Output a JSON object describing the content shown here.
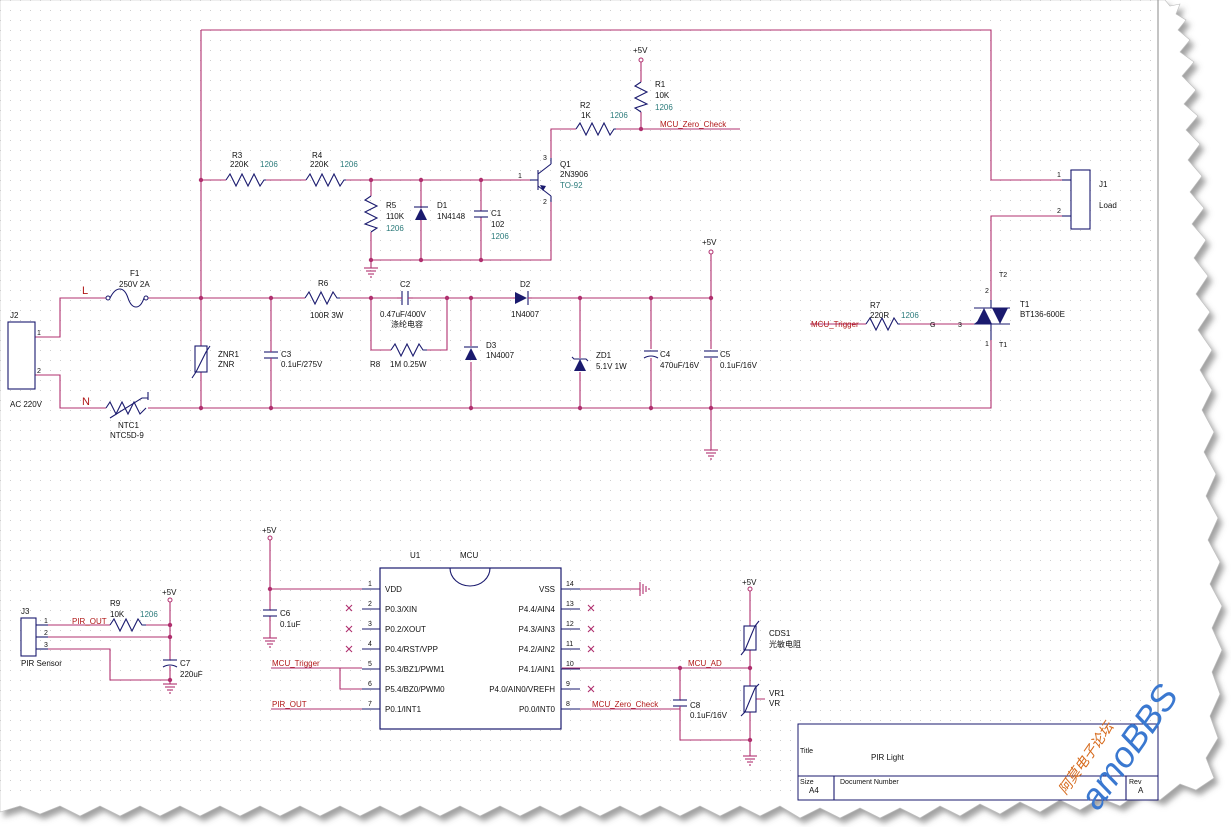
{
  "title_block": {
    "title_label": "Title",
    "title": "PIR Light",
    "size_label": "Size",
    "size": "A4",
    "docnum_label": "Document Number",
    "rev_label": "Rev",
    "rev": "A"
  },
  "watermark": {
    "text": "amoBBS",
    "cn": "阿莫电子论坛"
  },
  "nets": {
    "mcu_zero_check": "MCU_Zero_Check",
    "mcu_trigger": "MCU_Trigger",
    "pir_out": "PIR_OUT",
    "mcu_ad": "MCU_AD",
    "vcc": "+5V",
    "line": "L",
    "neutral": "N"
  },
  "parts": {
    "J1": {
      "ref": "J1",
      "val": "Load"
    },
    "J2": {
      "ref": "J2",
      "val": "AC 220V"
    },
    "J3": {
      "ref": "J3",
      "val": "PIR Sensor"
    },
    "F1": {
      "ref": "F1",
      "val": "250V 2A"
    },
    "NTC1": {
      "ref": "NTC1",
      "val": "NTC5D-9"
    },
    "ZNR1": {
      "ref": "ZNR1",
      "val": "ZNR"
    },
    "C3": {
      "ref": "C3",
      "val": "0.1uF/275V"
    },
    "R6": {
      "ref": "R6",
      "val": "100R 3W"
    },
    "C2": {
      "ref": "C2",
      "val": "0.47uF/400V",
      "note": "涤纶电容"
    },
    "R8": {
      "ref": "R8",
      "val": "1M 0.25W"
    },
    "D2": {
      "ref": "D2",
      "val": "1N4007"
    },
    "D3": {
      "ref": "D3",
      "val": "1N4007"
    },
    "ZD1": {
      "ref": "ZD1",
      "val": "5.1V 1W"
    },
    "C4": {
      "ref": "C4",
      "val": "470uF/16V"
    },
    "C5": {
      "ref": "C5",
      "val": "0.1uF/16V"
    },
    "R3": {
      "ref": "R3",
      "val": "220K",
      "pkg": "1206"
    },
    "R4": {
      "ref": "R4",
      "val": "220K",
      "pkg": "1206"
    },
    "R5": {
      "ref": "R5",
      "val": "110K",
      "pkg": "1206"
    },
    "D1": {
      "ref": "D1",
      "val": "1N4148"
    },
    "C1": {
      "ref": "C1",
      "val": "102",
      "pkg": "1206"
    },
    "Q1": {
      "ref": "Q1",
      "val": "2N3906",
      "pkg": "TO-92"
    },
    "R2": {
      "ref": "R2",
      "val": "1K",
      "pkg": "1206"
    },
    "R1": {
      "ref": "R1",
      "val": "10K",
      "pkg": "1206"
    },
    "R7": {
      "ref": "R7",
      "val": "220R",
      "pkg": "1206"
    },
    "T1": {
      "ref": "T1",
      "val": "BT136-600E",
      "t2": "T2",
      "t1": "T1"
    },
    "U1": {
      "ref": "U1",
      "val": "MCU"
    },
    "C6": {
      "ref": "C6",
      "val": "0.1uF"
    },
    "R9": {
      "ref": "R9",
      "val": "10K",
      "pkg": "1206"
    },
    "C7": {
      "ref": "C7",
      "val": "220uF"
    },
    "CDS1": {
      "ref": "CDS1",
      "val": "光敏电阻"
    },
    "VR1": {
      "ref": "VR1",
      "val": "VR"
    },
    "C8": {
      "ref": "C8",
      "val": "0.1uF/16V"
    }
  },
  "u1_left": [
    {
      "pin": "1",
      "name": "VDD"
    },
    {
      "pin": "2",
      "name": "P0.3/XIN"
    },
    {
      "pin": "3",
      "name": "P0.2/XOUT"
    },
    {
      "pin": "4",
      "name": "P0.4/RST/VPP"
    },
    {
      "pin": "5",
      "name": "P5.3/BZ1/PWM1"
    },
    {
      "pin": "6",
      "name": "P5.4/BZ0/PWM0"
    },
    {
      "pin": "7",
      "name": "P0.1/INT1"
    }
  ],
  "u1_right": [
    {
      "pin": "14",
      "name": "VSS"
    },
    {
      "pin": "13",
      "name": "P4.4/AIN4"
    },
    {
      "pin": "12",
      "name": "P4.3/AIN3"
    },
    {
      "pin": "11",
      "name": "P4.2/AIN2"
    },
    {
      "pin": "10",
      "name": "P4.1/AIN1"
    },
    {
      "pin": "9",
      "name": "P4.0/AIN0/VREFH"
    },
    {
      "pin": "8",
      "name": "P0.0/INT0"
    }
  ],
  "pins": {
    "one": "1",
    "two": "2",
    "three": "3",
    "g": "G"
  }
}
